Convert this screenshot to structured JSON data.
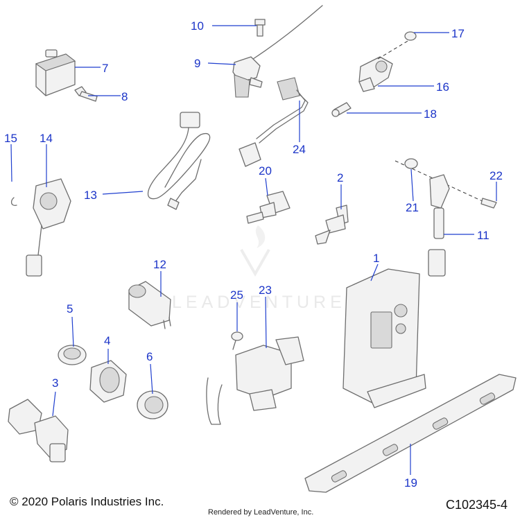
{
  "callouts": [
    "1",
    "2",
    "3",
    "4",
    "5",
    "6",
    "7",
    "8",
    "9",
    "10",
    "11",
    "12",
    "13",
    "14",
    "15",
    "16",
    "17",
    "18",
    "19",
    "20",
    "21",
    "22",
    "23",
    "24",
    "25"
  ],
  "footer": {
    "copyright": "© 2020 Polaris Industries Inc.",
    "rendered_by": "Rendered by LeadVenture, Inc.",
    "diagram_id": "C102345-4"
  },
  "watermark": {
    "text": "LEADVENTURE"
  },
  "colors": {
    "callout": "#1b34c8",
    "line_art": "#6d6d6d",
    "watermark": "#e9e9e9"
  }
}
